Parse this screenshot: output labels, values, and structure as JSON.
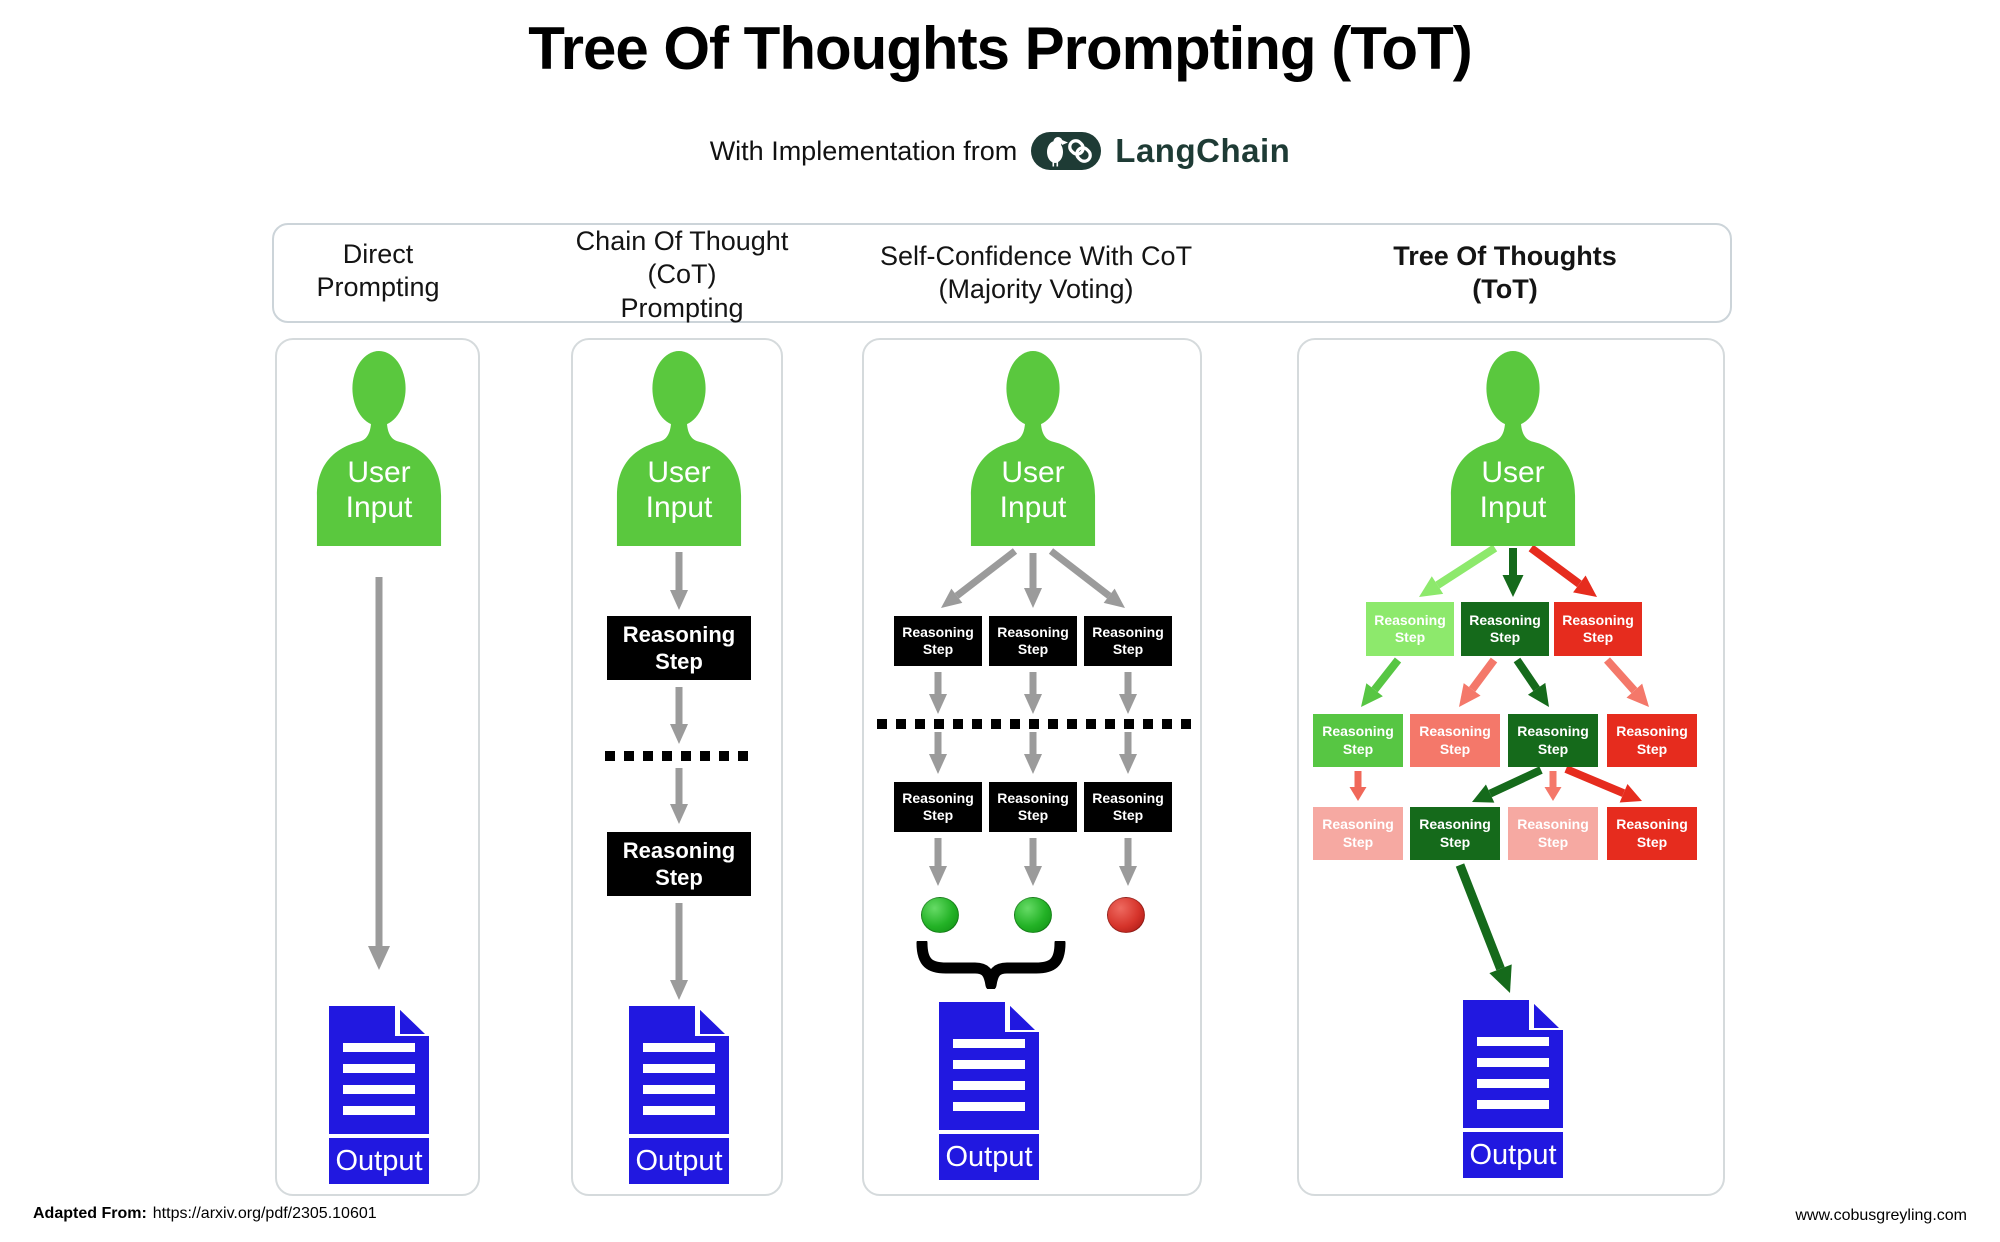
{
  "page": {
    "title": "Tree Of Thoughts Prompting (ToT)",
    "subtitle_prefix": "With Implementation from",
    "brand": "LangChain",
    "footer_left_label": "Adapted From:",
    "footer_left_url": "https://arxiv.org/pdf/2305.10601",
    "footer_right": "www.cobusgreyling.com"
  },
  "labels": {
    "user_input": "User\nInput",
    "reasoning_step": "Reasoning\nStep",
    "output": "Output"
  },
  "columns": [
    {
      "title": "Direct\nPrompting",
      "bold": false
    },
    {
      "title": "Chain Of Thought\n(CoT)\nPrompting",
      "bold": false
    },
    {
      "title": "Self-Confidence With CoT\n(Majority Voting)",
      "bold": false
    },
    {
      "title": "Tree Of Thoughts\n(ToT)",
      "bold": true
    }
  ],
  "palette": {
    "gray": "#9b9b9b",
    "black": "#000000",
    "userGreen": "#5ac83e",
    "docBlue": "#2118e0",
    "brandTeal": "#1e3b35",
    "lightGreen": "#8de96c",
    "midGreen": "#57c643",
    "darkGreen": "#156a1b",
    "red": "#e62c1e",
    "salmon": "#f4786a",
    "salmonRed": "#f0685a",
    "pink": "#f6a9a2",
    "voteGreen": "#23b226",
    "voteRed": "#d6342b"
  },
  "tot_tree": {
    "row1": [
      "lightGreen",
      "darkGreen",
      "red"
    ],
    "row2": [
      "midGreen",
      "salmon",
      "darkGreen",
      "red"
    ],
    "row3": [
      "pink",
      "darkGreen",
      "pink",
      "red"
    ]
  },
  "votes": [
    "voteGreen",
    "voteGreen",
    "voteRed"
  ]
}
